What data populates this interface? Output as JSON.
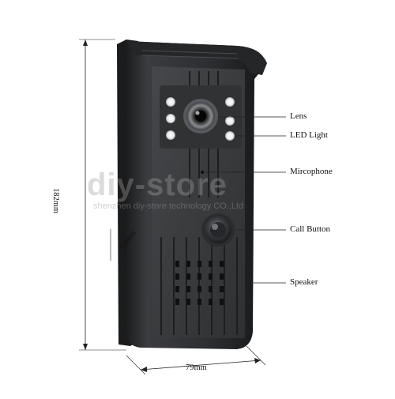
{
  "callouts": {
    "lens": "Lens",
    "led_light": "LED Light",
    "microphone": "Mircophone",
    "call_button": "Call Button",
    "speaker": "Speaker"
  },
  "dimensions": {
    "height": "182mm",
    "width": "79mm",
    "depth": "50mm"
  },
  "watermark": {
    "brand": "diy-store",
    "subtitle": "shenzhen diy-store technology CO.,Ltd"
  },
  "colors": {
    "housing": "#2b2d2f",
    "panel": "#3a3c3e",
    "led": "#f2f2f2",
    "line": "#222222"
  }
}
